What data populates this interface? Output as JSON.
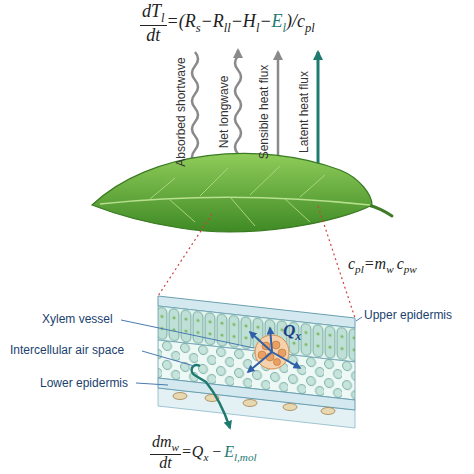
{
  "diagram": {
    "labels": [
      "dT",
      "l",
      "dt",
      "=(R",
      "s",
      "−R",
      "ll",
      "−H",
      "l",
      "−",
      "E",
      "l",
      ")/c",
      "pl",
      "Absorbed shortwave",
      "Net longwave",
      "Sensible heat flux",
      "Latent heat flux",
      "c",
      "pl",
      "=m",
      "w",
      "c",
      "pw",
      "Xylem vessel",
      "Upper epidermis",
      "Q",
      "x",
      "Intercellular air space",
      "Lower epidermis",
      "dm",
      "w",
      "dt",
      "=Q",
      "x",
      "−",
      "E",
      "l,mol"
    ]
  }
}
